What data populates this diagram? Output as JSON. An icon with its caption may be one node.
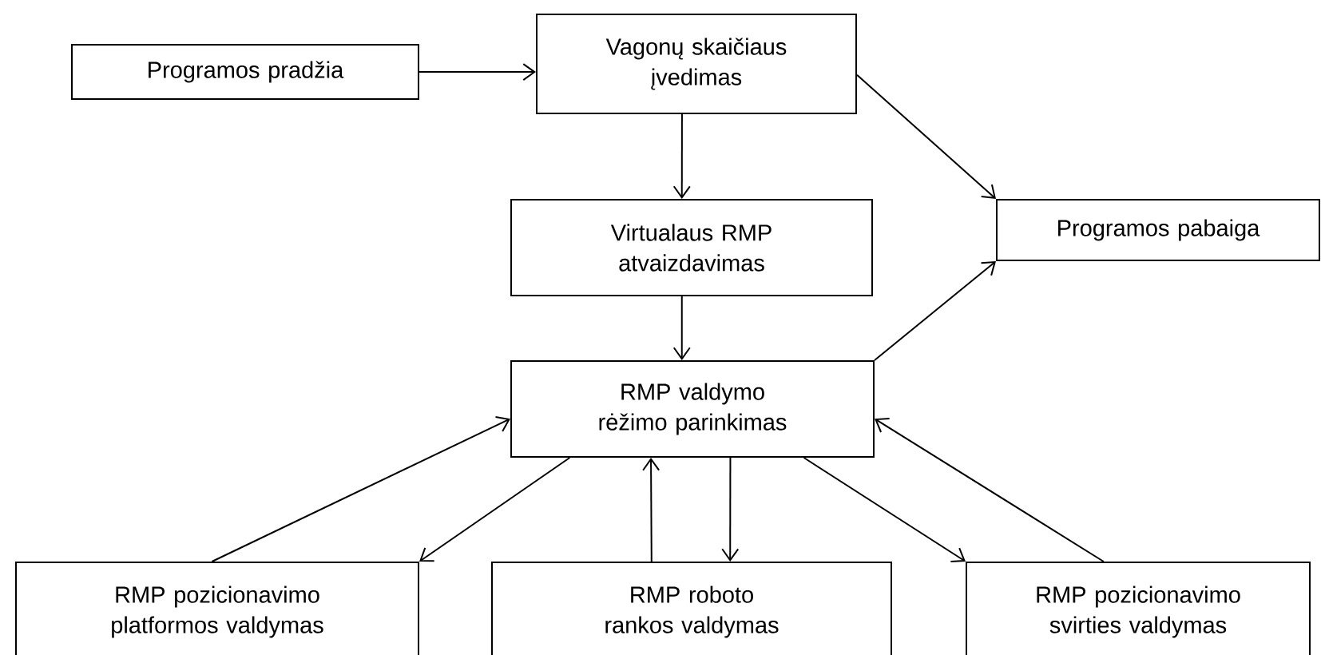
{
  "diagram": {
    "nodes": [
      {
        "text": [
          "Programos pradžia"
        ]
      },
      {
        "text": [
          "Vagonų skaičiaus įvedimas"
        ]
      },
      {
        "text": [
          "Virtualaus RMP atvaizdavimas"
        ]
      },
      {
        "text": [
          "Programos pabaiga"
        ]
      },
      {
        "text": [
          "RMP valdymo rėžimo parinkimas"
        ]
      },
      {
        "text": [
          "RMP pozicionavimo platformos valdymas"
        ]
      },
      {
        "text": [
          "RMP roboto rankos valdymas"
        ]
      },
      {
        "text": [
          "RMP pozicionavimo svirties valdymas"
        ]
      }
    ],
    "edges": [
      {
        "from": 0,
        "to": 1,
        "arrow": "to"
      },
      {
        "from": 1,
        "to": 2,
        "arrow": "to"
      },
      {
        "from": 1,
        "to": 3,
        "arrow": "to"
      },
      {
        "from": 2,
        "to": 4,
        "arrow": "to"
      },
      {
        "from": 4,
        "to": 3,
        "arrow": "to"
      },
      {
        "from": 5,
        "to": 4,
        "arrow": "to"
      },
      {
        "from": 4,
        "to": 5,
        "arrow": "to"
      },
      {
        "from": 6,
        "to": 4,
        "arrow": "to"
      },
      {
        "from": 4,
        "to": 6,
        "arrow": "to"
      },
      {
        "from": 4,
        "to": 7,
        "arrow": "to"
      },
      {
        "from": 7,
        "to": 4,
        "arrow": "to"
      }
    ]
  }
}
